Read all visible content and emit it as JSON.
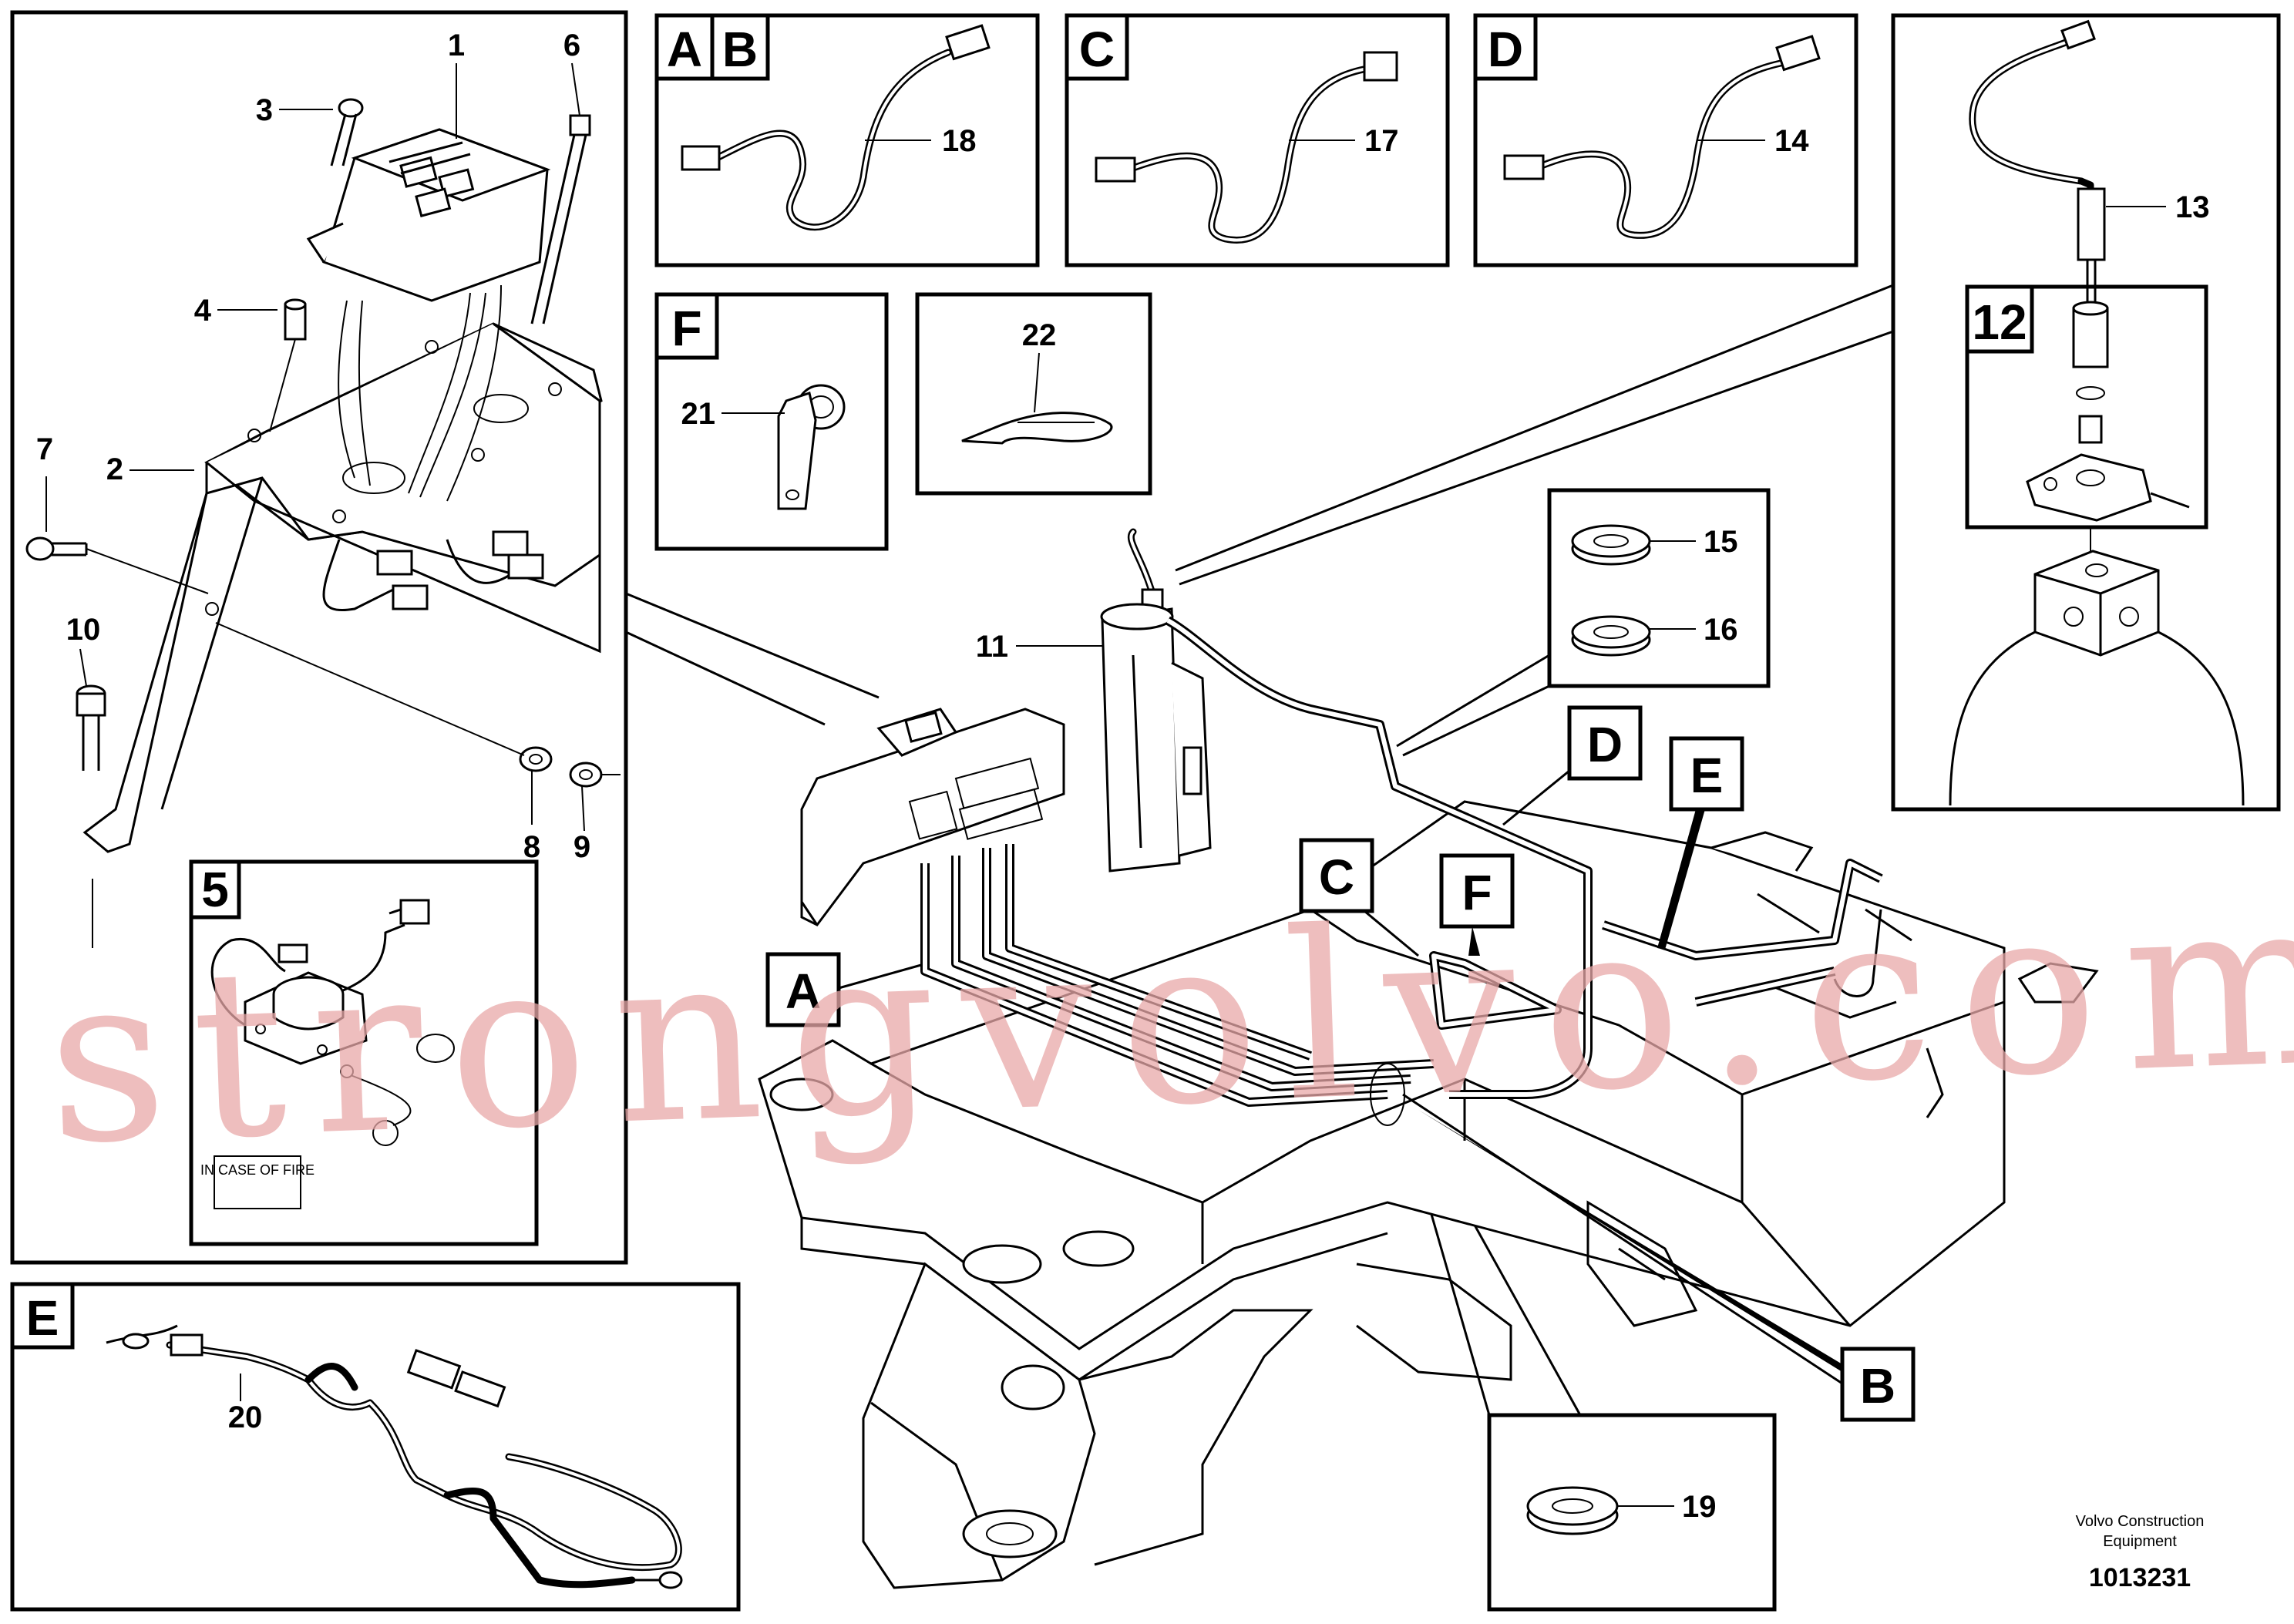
{
  "panels": {
    "main_bracket": {
      "parts": [
        "1",
        "2",
        "3",
        "4",
        "6",
        "7",
        "8",
        "9",
        "10"
      ]
    },
    "detail_5": {
      "label": "5",
      "sticker_text": "IN CASE OF FIRE"
    },
    "detail_AB": {
      "letters": [
        "A",
        "B"
      ],
      "part": "18"
    },
    "detail_C": {
      "letter": "C",
      "part": "17"
    },
    "detail_D": {
      "letter": "D",
      "part": "14"
    },
    "detail_F": {
      "letter": "F",
      "part": "21"
    },
    "detail_22": {
      "part": "22"
    },
    "detail_12": {
      "label": "12",
      "part": "13"
    },
    "detail_15_16": {
      "parts": [
        "15",
        "16"
      ]
    },
    "detail_E": {
      "letter": "E",
      "part": "20"
    },
    "detail_19": {
      "part": "19"
    }
  },
  "main_view": {
    "part_11": "11",
    "callouts": [
      "A",
      "B",
      "C",
      "D",
      "E",
      "F"
    ]
  },
  "footer": {
    "brand_line1": "Volvo Construction",
    "brand_line2": "Equipment",
    "drawing_number": "1013231"
  },
  "watermark": "strongvolvo.com"
}
